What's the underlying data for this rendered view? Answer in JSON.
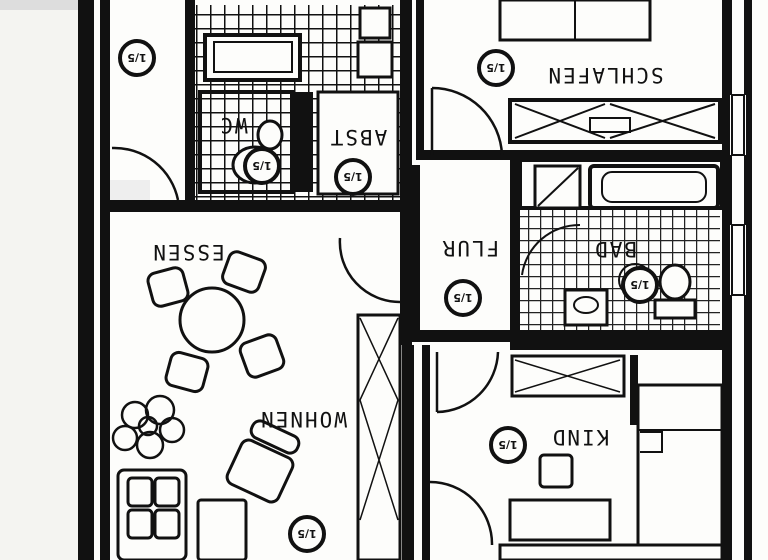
{
  "rooms": {
    "schlafen": "SCHLAFEN",
    "abst": "ABST",
    "wc": "WC",
    "essen": "ESSEN",
    "flur": "FLUR",
    "bad": "BAD",
    "wohnen": "WOHNEN",
    "kind": "KIND"
  },
  "markers": {
    "m1": "1/5",
    "m2": "1/5",
    "m3": "1/5",
    "m4": "1/5",
    "m5": "1/5",
    "m6": "1/5",
    "m7": "1/5",
    "m8": "1/5"
  },
  "colors": {
    "ink": "#111111",
    "paper": "#fdfdfb",
    "tile": "#1a1a1a"
  }
}
